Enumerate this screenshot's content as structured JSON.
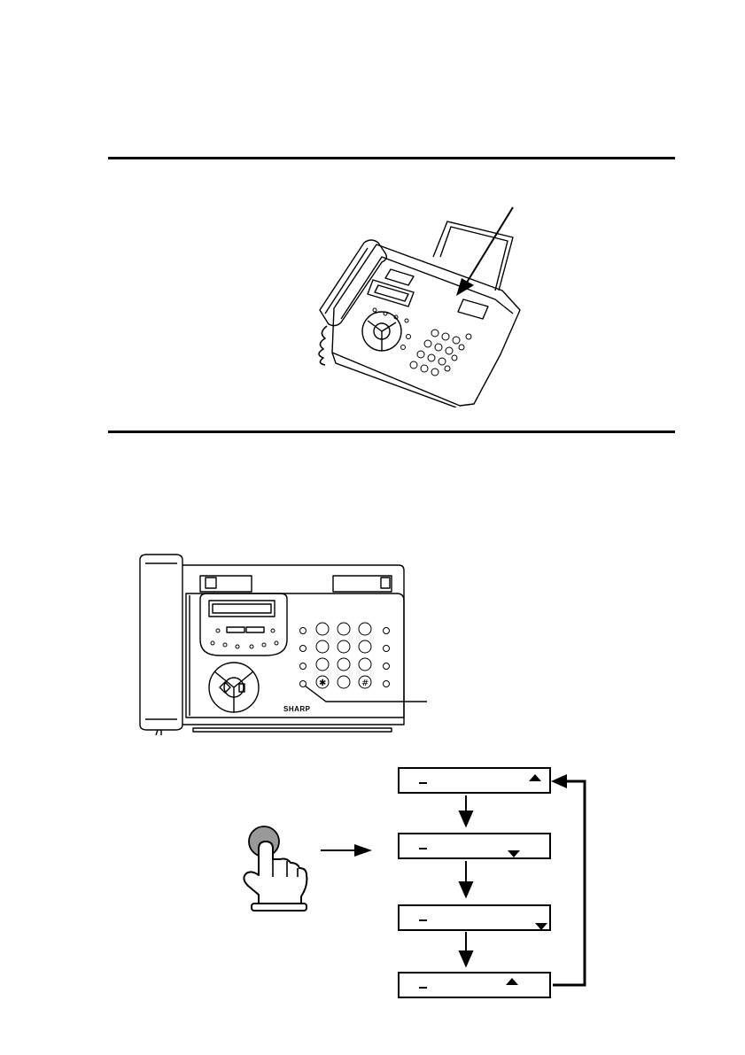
{
  "figure_front": {
    "brand": "SHARP"
  },
  "lcd_sequence": [
    {
      "text": "",
      "indicator": "up"
    },
    {
      "text": "",
      "indicator": "down"
    },
    {
      "text": "",
      "indicator": "down"
    },
    {
      "text": "",
      "indicator": "up"
    }
  ],
  "footer": {
    "page_number": ""
  }
}
